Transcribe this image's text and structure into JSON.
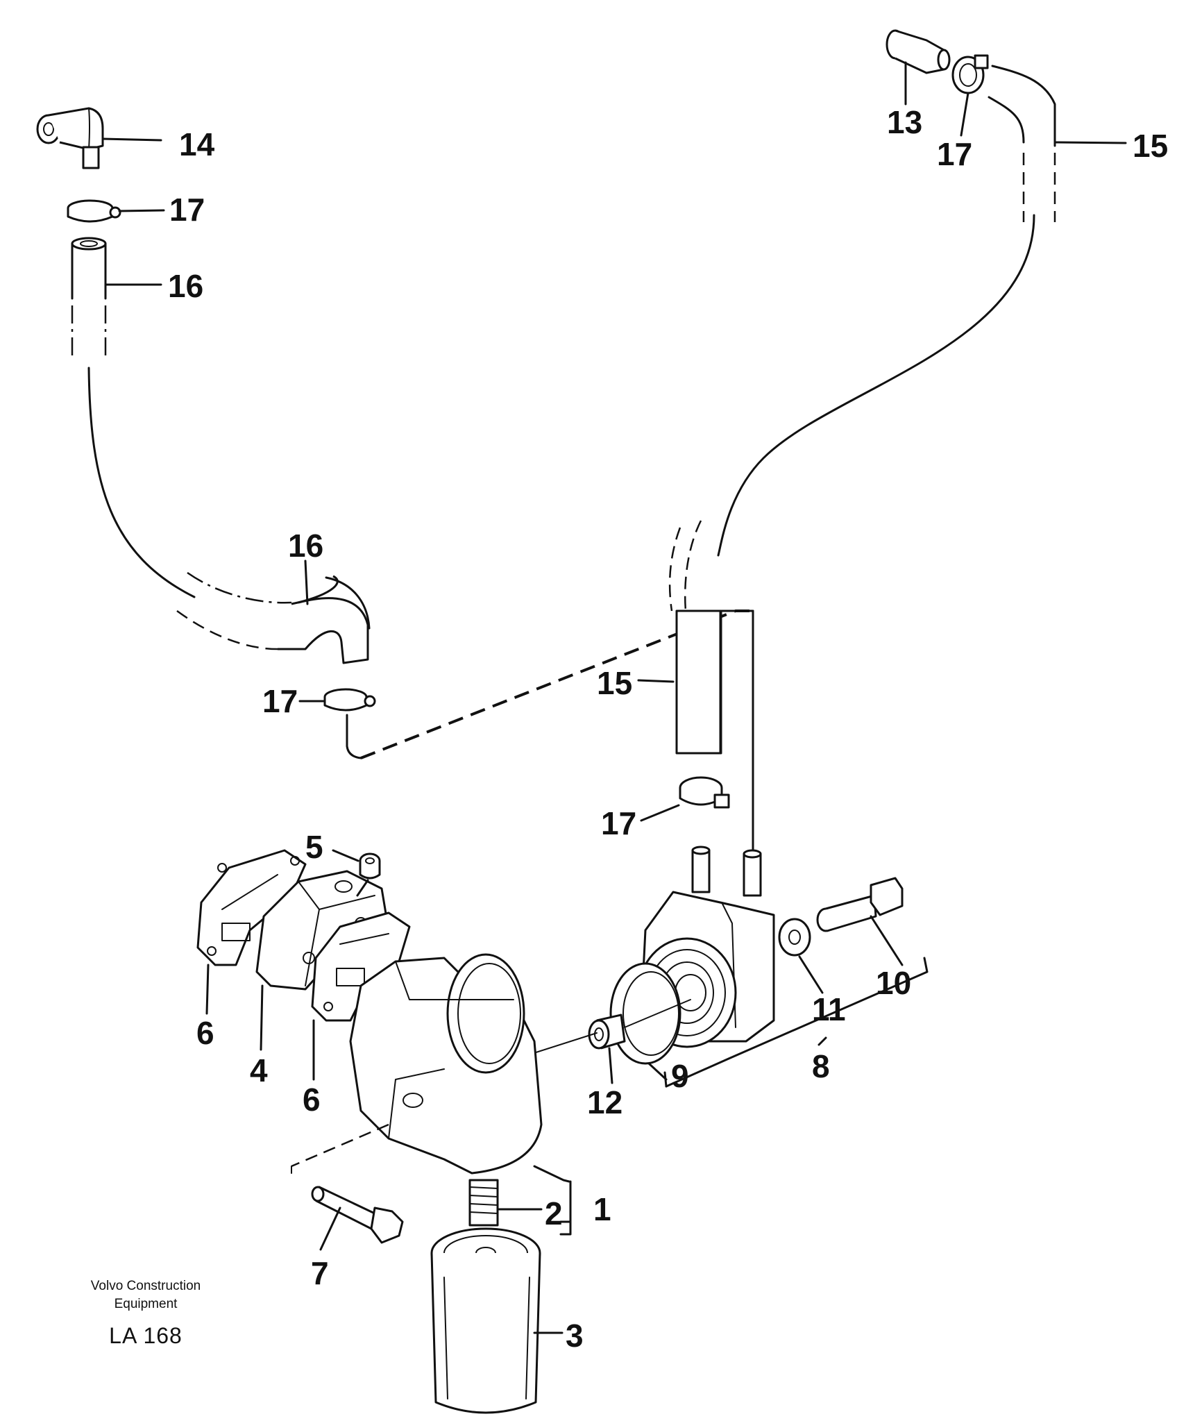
{
  "footer": {
    "company_line1": "Volvo Construction",
    "company_line2": "Equipment",
    "drawing_code": "LA 168"
  },
  "labels": {
    "l1": "1",
    "l2": "2",
    "l3": "3",
    "l4": "4",
    "l5": "5",
    "l6a": "6",
    "l6b": "6",
    "l7": "7",
    "l8": "8",
    "l9": "9",
    "l10": "10",
    "l11": "11",
    "l12": "12",
    "l13": "13",
    "l14": "14",
    "l15a": "15",
    "l15b": "15",
    "l16a": "16",
    "l16b": "16",
    "l17a": "17",
    "l17b": "17",
    "l17c": "17",
    "l17d": "17"
  }
}
